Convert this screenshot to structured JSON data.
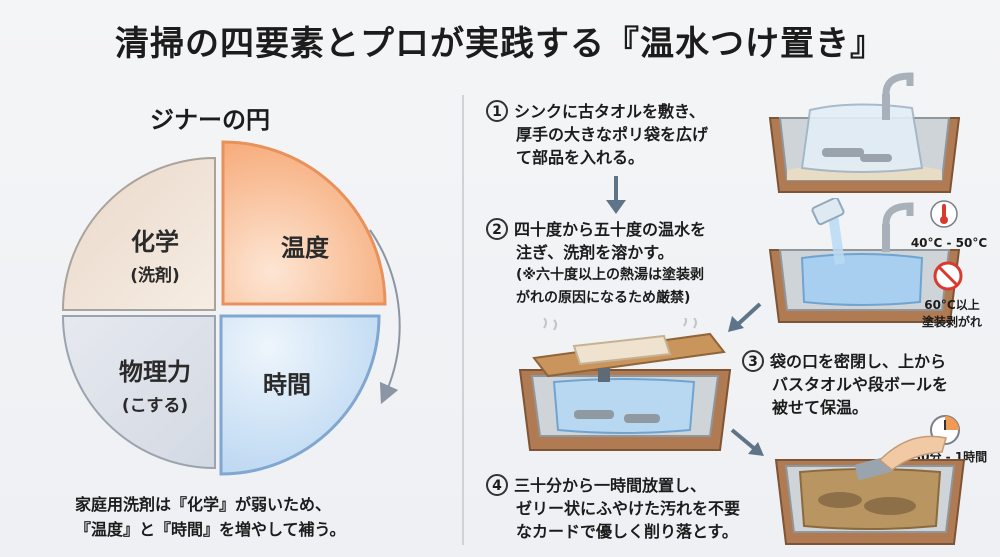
{
  "title": "清掃の四要素とプロが実践する『温水つけ置き』",
  "circle": {
    "heading": "ジナーの円",
    "chemistry": {
      "main": "化学",
      "sub": "(洗剤)"
    },
    "temperature": {
      "main": "温度"
    },
    "physical": {
      "main": "物理力",
      "sub": "(こする)"
    },
    "time": {
      "main": "時間"
    }
  },
  "caption": {
    "line1": "家庭用洗剤は『化学』が弱いため、",
    "line2": "『温度』と『時間』を増やして補う。"
  },
  "steps": [
    {
      "num": "1",
      "lines": [
        "シンクに古タオルを敷き、",
        "厚手の大きなポリ袋を広げ",
        "て部品を入れる。"
      ]
    },
    {
      "num": "2",
      "lines": [
        "四十度から五十度の温水を",
        "注ぎ、洗剤を溶かす。"
      ],
      "note": [
        "(※六十度以上の熱湯は塗装剥",
        "がれの原因になるため厳禁)"
      ]
    },
    {
      "num": "3",
      "lines": [
        "袋の口を密閉し、上から",
        "バスタオルや段ボールを",
        "被せて保温。"
      ]
    },
    {
      "num": "4",
      "lines": [
        "三十分から一時間放置し、",
        "ゼリー状にふやけた汚れを不要",
        "なカードで優しく削り落とす。"
      ]
    }
  ],
  "tags": {
    "temp_range": "40°C - 50°C",
    "warn_line1": "60°C以上",
    "warn_line2": "塗装剥がれ",
    "time_range": "30分 - 1時間"
  },
  "icons": [
    "thermometer-icon",
    "prohibited-icon",
    "timer-icon",
    "down-arrow-icon",
    "diagonal-arrow-icon",
    "faucet-icon"
  ],
  "colors": {
    "chemistry": "#efe2d6",
    "temperature": "#f7b48a",
    "physical": "#dfe3ea",
    "time": "#cfe2f4",
    "arrow": "#5e7488",
    "warning": "#d93a2e"
  }
}
